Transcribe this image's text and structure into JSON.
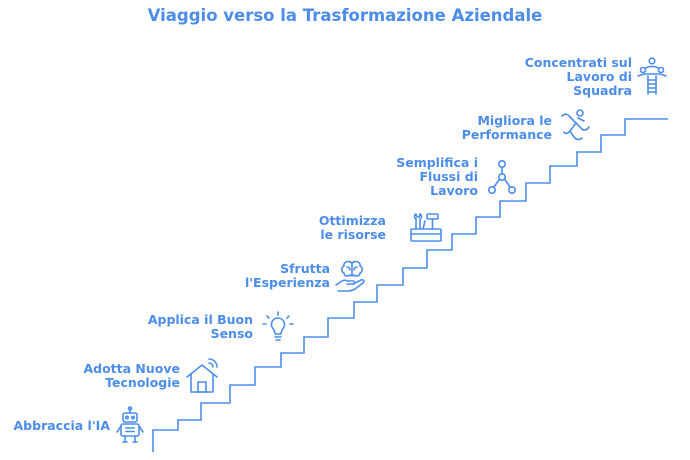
{
  "title": "Viaggio verso la Trasformazione Aziendale",
  "accent_color": "#4c8dea",
  "steps": [
    {
      "label": "Abbraccia l'IA",
      "icon": "robot-icon"
    },
    {
      "label": "Adotta Nuove\nTecnologie",
      "icon": "smart-home-icon"
    },
    {
      "label": "Applica il Buon\nSenso",
      "icon": "lightbulb-icon"
    },
    {
      "label": "Sfrutta\nl'Esperienza",
      "icon": "brain-in-hand-icon"
    },
    {
      "label": "Ottimizza\nle risorse",
      "icon": "toolbox-icon"
    },
    {
      "label": "Semplifica i\nFlussi di\nLavoro",
      "icon": "workflow-icon"
    },
    {
      "label": "Migliora le\nPerformance",
      "icon": "runner-icon"
    },
    {
      "label": "Concentrati sul\nLavoro di\nSquadra",
      "icon": "team-ladder-icon"
    }
  ]
}
